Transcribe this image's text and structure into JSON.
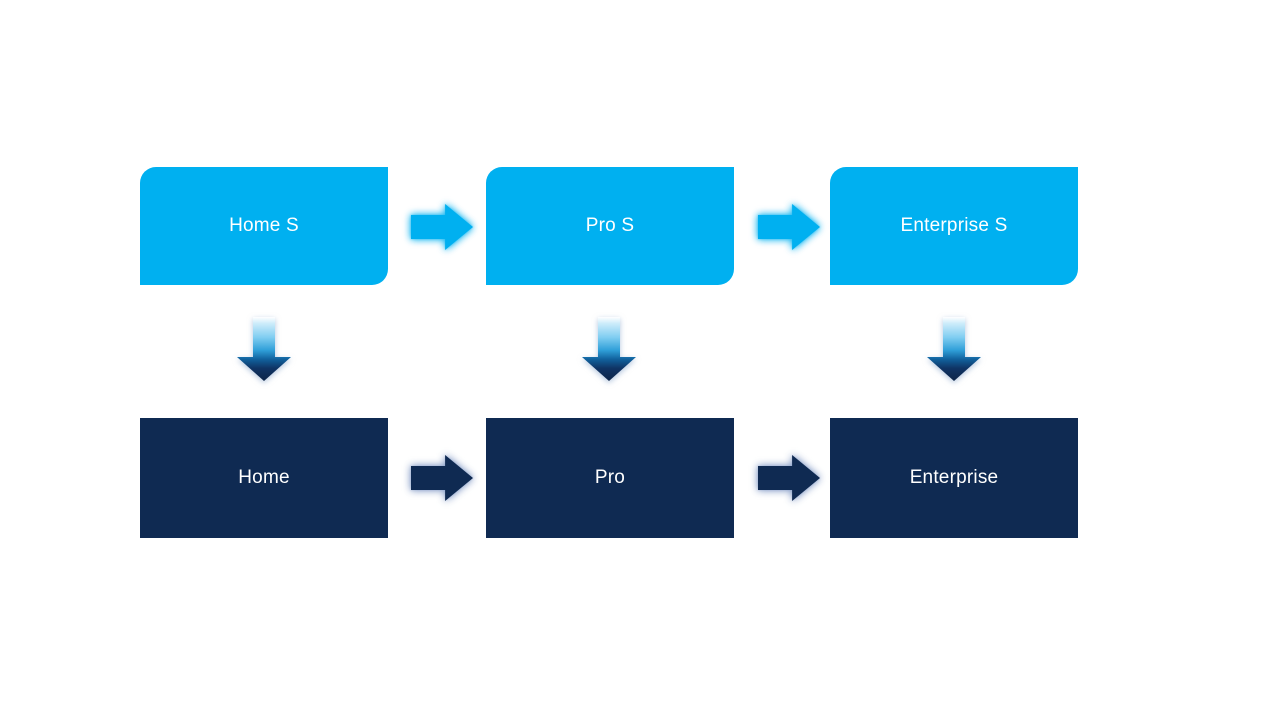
{
  "diagram": {
    "columns": [
      {
        "top_label": "Home S",
        "bottom_label": "Home"
      },
      {
        "top_label": "Pro S",
        "bottom_label": "Pro"
      },
      {
        "top_label": "Enterprise S",
        "bottom_label": "Enterprise"
      }
    ],
    "icons": {
      "horizontal": "arrow-right",
      "vertical": "arrow-down"
    }
  },
  "colors": {
    "light_blue": "#00B0F0",
    "dark_navy": "#0F2A52",
    "text": "#FFFFFF",
    "background": "#FFFFFF"
  }
}
